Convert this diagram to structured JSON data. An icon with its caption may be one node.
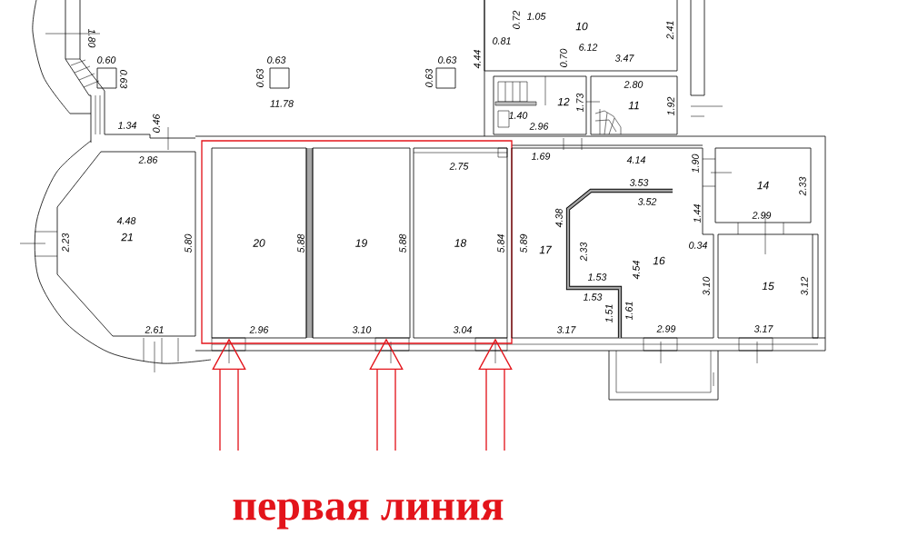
{
  "diagram": {
    "nodes": [
      {
        "text": [
          "10"
        ]
      },
      {
        "text": [
          "12"
        ]
      },
      {
        "text": [
          "11"
        ]
      },
      {
        "text": [
          "21"
        ]
      },
      {
        "text": [],
        "shape": "box"
      },
      {
        "text": [
          "20"
        ],
        "in": 4
      },
      {
        "text": [
          "19"
        ],
        "in": 4
      },
      {
        "text": [
          "18"
        ],
        "in": 4
      },
      {
        "text": [
          "17"
        ]
      },
      {
        "text": [
          "16"
        ],
        "in": 8
      },
      {
        "text": [
          "14"
        ]
      },
      {
        "text": [
          "15"
        ]
      }
    ],
    "edges": [
      {
        "from": null,
        "to": 5,
        "arrow": "to",
        "color": "#e3141b"
      },
      {
        "from": null,
        "to": 6,
        "arrow": "to",
        "color": "#e3141b"
      },
      {
        "from": null,
        "to": 7,
        "arrow": "to",
        "color": "#e3141b"
      }
    ],
    "labels": [
      "1.80",
      "0.60",
      "0.63",
      "1.05",
      "0.72",
      "0.63",
      "0.63",
      "0.63",
      "0.63",
      "2.41",
      "0.81",
      "6.12",
      "4.44",
      "0.70",
      "3.47",
      "2.80",
      "1.73",
      "1.92",
      "11.78",
      "1.40",
      "1.34",
      "0.46",
      "2.96",
      "2.86",
      "1.69",
      "2.75",
      "4.14",
      "1.90",
      "3.53",
      "2.33",
      "3.52",
      "1.44",
      "2.99",
      "4.38",
      "4.48",
      "2.23",
      "5.80",
      "5.88",
      "5.88",
      "5.84",
      "5.89",
      "0.34",
      "2.33",
      "4.54",
      "1.53",
      "3.10",
      "3.12",
      "1.53",
      "1.51",
      "1.61",
      "2.61",
      "2.96",
      "3.10",
      "3.04",
      "3.17",
      "2.99",
      "3.17",
      "первая линия"
    ]
  }
}
